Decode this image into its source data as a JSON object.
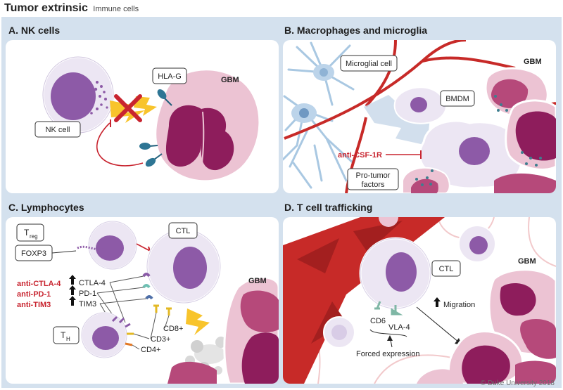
{
  "header": {
    "title": "Tumor extrinsic",
    "subtitle": "Immune cells"
  },
  "panels": {
    "a": {
      "title": "A. NK cells",
      "labels": {
        "nk": "NK cell",
        "hlag": "HLA-G",
        "gbm": "GBM"
      }
    },
    "b": {
      "title": "B. Macrophages and microglia",
      "labels": {
        "microglial": "Microglial cell",
        "bmdm": "BMDM",
        "gbm": "GBM",
        "anticsf": "anti-CSF-1R",
        "protumor1": "Pro-tumor",
        "protumor2": "factors"
      }
    },
    "c": {
      "title": "C. Lymphocytes",
      "labels": {
        "treg_main": "T",
        "treg_sub": "reg",
        "foxp3": "FOXP3",
        "ctl": "CTL",
        "anti_ctla4": "anti-CTLA-4",
        "anti_pd1": "anti-PD-1",
        "anti_tim3": "anti-TIM3",
        "ctla4": "CTLA-4",
        "pd1": "PD-1",
        "tim3": "TIM3",
        "th_main": "T",
        "th_sub": "H",
        "cd8": "CD8+",
        "cd3": "CD3+",
        "cd4": "CD4+",
        "gbm": "GBM"
      }
    },
    "d": {
      "title": "D. T cell trafficking",
      "labels": {
        "ctl": "CTL",
        "gbm": "GBM",
        "migration": "Migration",
        "cd6": "CD6",
        "vla4": "VLA-4",
        "forced": "Forced expression"
      }
    }
  },
  "footer": "© Duke University 2018",
  "colors": {
    "magenta": "#8e1d5c",
    "gbm_pink": "#ecc3d3",
    "cell_lilac": "#ece6f3",
    "nucleus": "#8d5aa7",
    "vessel": "#c72a28",
    "inhibitor_red": "#c8242f",
    "background_blue": "#d4e1ee"
  }
}
